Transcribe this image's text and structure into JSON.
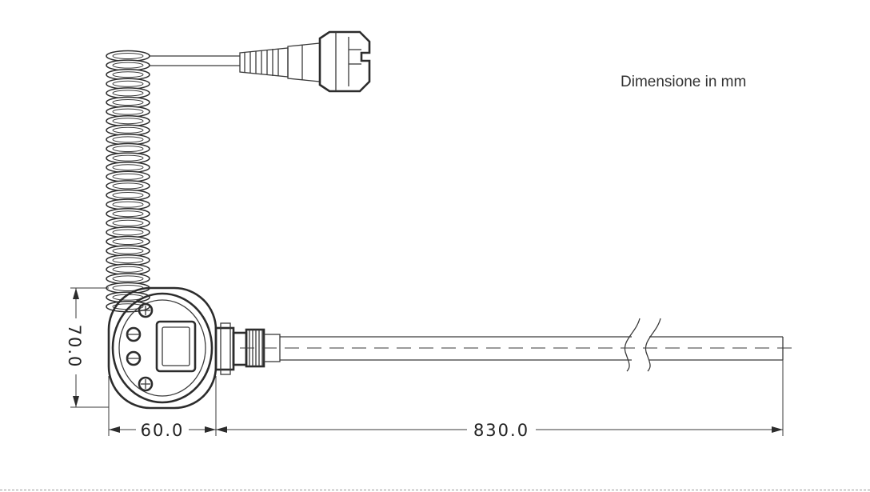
{
  "unit_note": "Dimensione in mm",
  "dimensions": {
    "height": "70.0",
    "body_width": "60.0",
    "element_length": "830.0"
  },
  "colors": {
    "line": "#2c2c2c",
    "background": "#ffffff"
  }
}
